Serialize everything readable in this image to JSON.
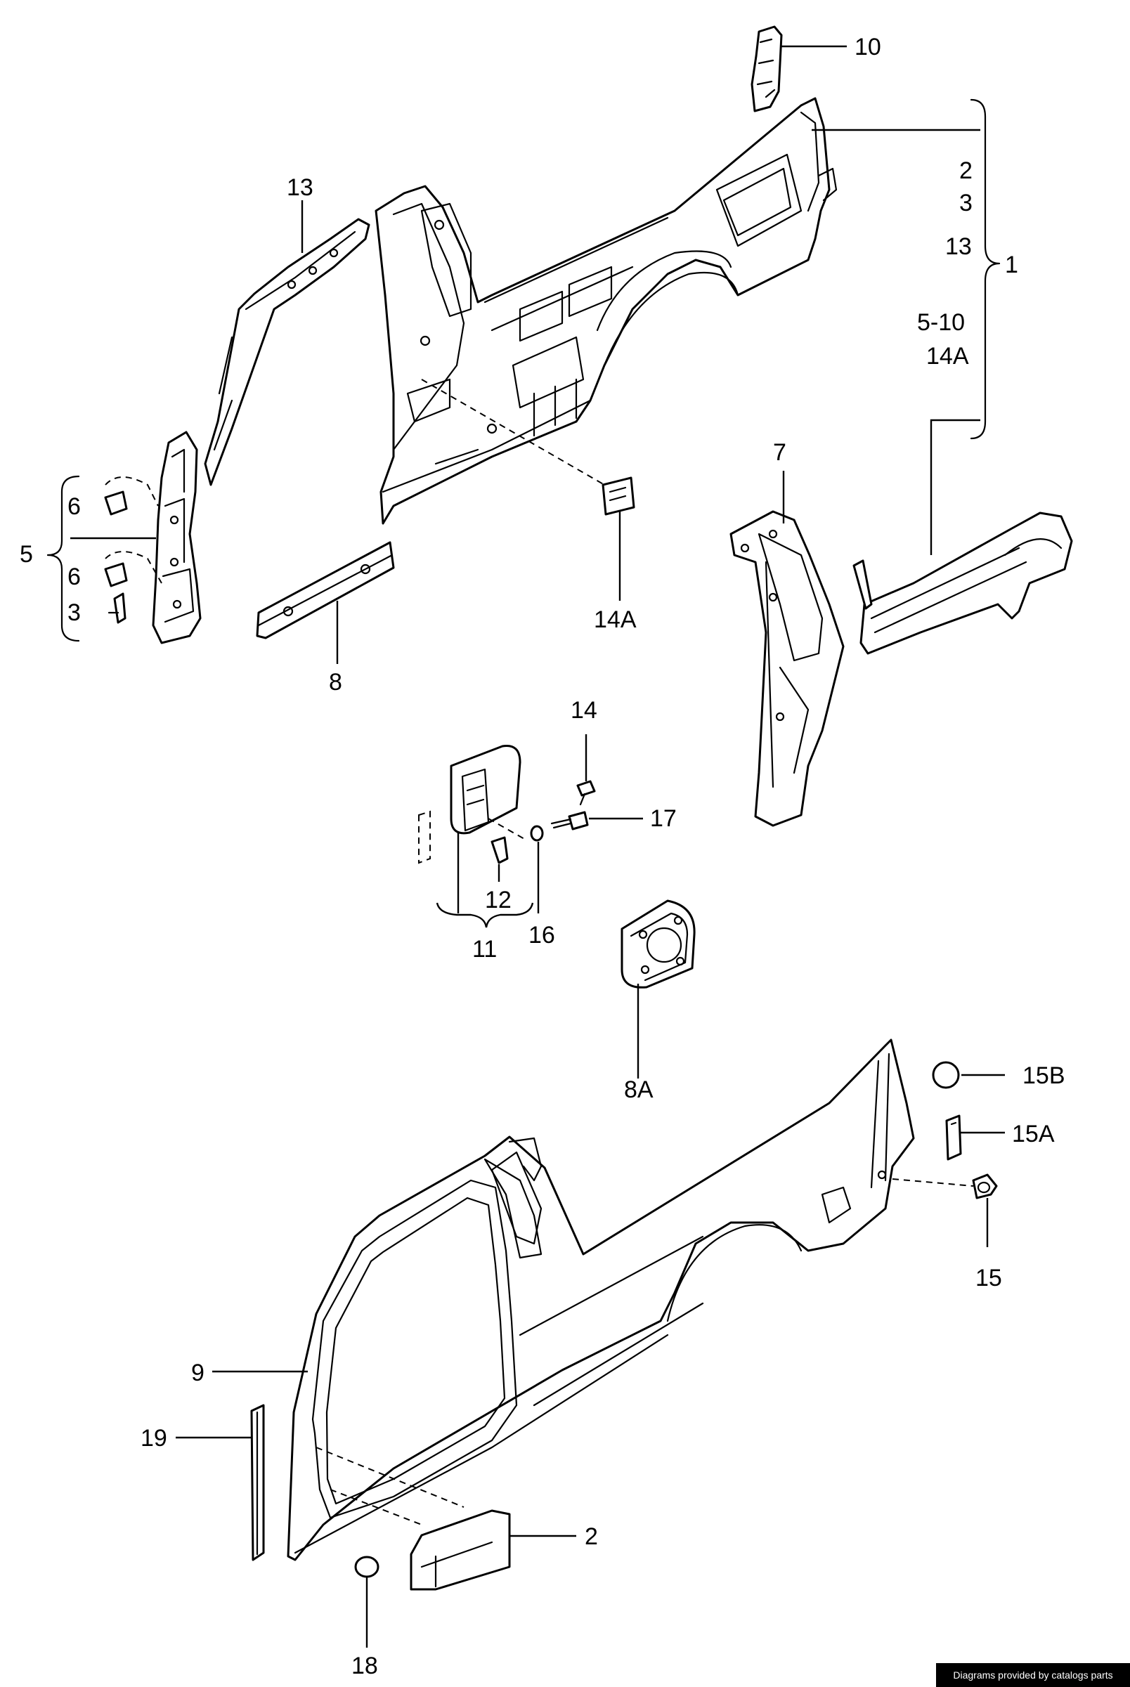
{
  "diagram": {
    "callouts": {
      "c10": "10",
      "c13_top": "13",
      "c1": "1",
      "c2_group": "2",
      "c3_group": "3",
      "c13_group": "13",
      "c5_10_group": "5-10",
      "c14a_group": "14A",
      "c5": "5",
      "c6_upper": "6",
      "c6_lower": "6",
      "c3_left": "3",
      "c8": "8",
      "c14a": "14A",
      "c7": "7",
      "c14": "14",
      "c17": "17",
      "c12": "12",
      "c11": "11",
      "c16": "16",
      "c8a": "8A",
      "c15b": "15B",
      "c15a": "15A",
      "c15": "15",
      "c9": "9",
      "c19": "19",
      "c2_bottom": "2",
      "c18": "18"
    }
  },
  "footer": {
    "credit": "Diagrams provided by catalogs parts"
  }
}
